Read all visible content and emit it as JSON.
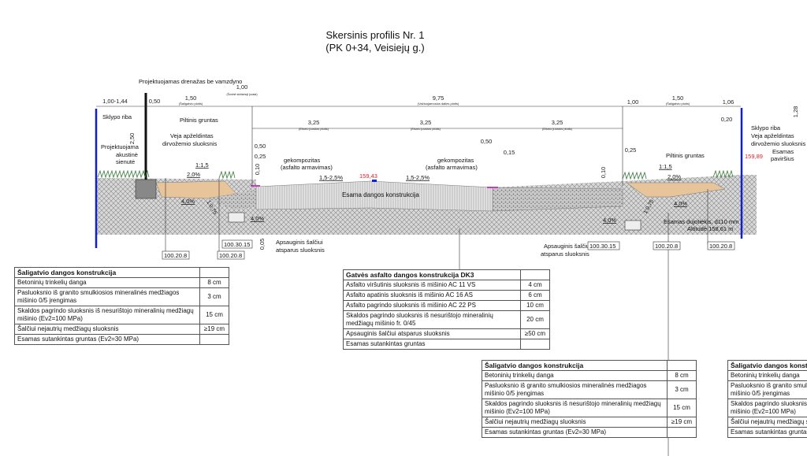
{
  "title": {
    "line1": "Skersinis profilis Nr. 1",
    "line2": "(PK 0+34, Veisiejų g.)"
  },
  "dimensions": {
    "top": [
      {
        "value": "1,00-1,44",
        "note": ""
      },
      {
        "value": "0,50",
        "note": ""
      },
      {
        "value": "1,50",
        "note": "(Šaligatvio plotis)"
      },
      {
        "value": "1,00",
        "note": "(Šoninė skiriamoji juosta)"
      },
      {
        "value": "9,75",
        "note": "(Važiuojamosios dalies plotis)"
      },
      {
        "value": "1,00",
        "note": ""
      },
      {
        "value": "1,50",
        "note": "(Šaligatvio plotis)"
      },
      {
        "value": "1,06",
        "note": ""
      }
    ],
    "lanes": [
      {
        "value": "3,25",
        "note": "(Eismo juostos plotis)"
      },
      {
        "value": "3,25",
        "note": "(Eismo juostos plotis)"
      },
      {
        "value": "3,25",
        "note": "(Eismo juostos plotis)"
      }
    ],
    "small": {
      "d050a": "0,50",
      "d025a": "0,25",
      "d010a": "0,10",
      "d005": "0,05",
      "d250": "2,50",
      "d050b": "0,50",
      "d015": "0,15",
      "d010b": "0,10",
      "d025b": "0,25",
      "d020": "0,20",
      "d128": "1,28"
    }
  },
  "labels": {
    "drainage": "Projektuojamas drenažas be vamzdyno",
    "plot_boundary": "Sklypo riba",
    "acoustic_wall": [
      "Projektuojama",
      "akustinė",
      "sienutė"
    ],
    "fill_soil": "Piltinis gruntas",
    "lawn": [
      "Veja apželdintas",
      "dirvožemio sluoksnis"
    ],
    "geocomposite": [
      "gekompozitas",
      "(asfalto armavimas)"
    ],
    "existing_pavement": "Esama dangos konstrukcija",
    "frost_layer": [
      "Apsauginis šalčiui",
      "atsparus sluoksnis"
    ],
    "existing_surface": [
      "Esamas",
      "paviršius"
    ],
    "gas_pipe": [
      "Esamas dujotiekis, d110 mm",
      "Altitudė 158,61 m"
    ],
    "slopes": {
      "s1": "2,0%",
      "s2": "4,0%",
      "s3": "4,0%",
      "s4": "1,5-2,5%",
      "s5": "1,5-2,5%",
      "s6": "4,0%",
      "s7": "2,0%",
      "s8": "4,0%",
      "ratio1": "1:1,5",
      "ratio2": "1:0,75",
      "ratio3": "1:1,5",
      "ratio4": "1:0,75"
    },
    "elevations": {
      "center": "159,43",
      "right": "159,89"
    },
    "codes": [
      "100.20.8",
      "100.20.8",
      "100.30.15",
      "100.30.15",
      "100.20.8",
      "100.20.8"
    ]
  },
  "colors": {
    "boundary": "#1020d0",
    "elevation": "#e0202a",
    "sand": "#e8c49a",
    "geocomposite": "#c040c0"
  },
  "tables": {
    "sidewalk": {
      "header": "Šaligatvio dangos konstrukcija",
      "rows": [
        {
          "text": "Betoninių trinkelių danga",
          "value": "8 cm"
        },
        {
          "text": "Pasluoksnio iš granito smulkiosios mineralinės medžiagos mišinio 0/5 įrengimas",
          "value": "3 cm"
        },
        {
          "text": "Skaldos pagrindo sluoksnis iš nesurištojo mineralinių medžiagų mišinio (Ev2=100 MPa)",
          "value": "15 cm"
        },
        {
          "text": "Šalčiui nejautrių medžiagų sluoksnis",
          "value": "≥19 cm"
        },
        {
          "text": "Esamas sutankintas gruntas (Ev2=30 MPa)",
          "value": ""
        }
      ]
    },
    "asphalt": {
      "header": "Gatvės asfalto dangos konstrukcija DK3",
      "rows": [
        {
          "text": "Asfalto viršutinis sluoksnis iš mišinio AC 11 VS",
          "value": "4 cm"
        },
        {
          "text": "Asfalto apatinis sluoksnis iš mišinio AC 16 AS",
          "value": "6 cm"
        },
        {
          "text": "Asfalto pagrindo sluoksnis iš mišinio AC 22 PS",
          "value": "10 cm"
        },
        {
          "text": "Skaldos pagrindo sluoksnis iš nesurištojo mineralinių medžiagų mišinio fr. 0/45",
          "value": "20 cm"
        },
        {
          "text": "Apsauginis šalčiui atsparus sluoksnis",
          "value": "≥50 cm"
        },
        {
          "text": "Esamas sutankintas gruntas",
          "value": ""
        }
      ]
    }
  }
}
